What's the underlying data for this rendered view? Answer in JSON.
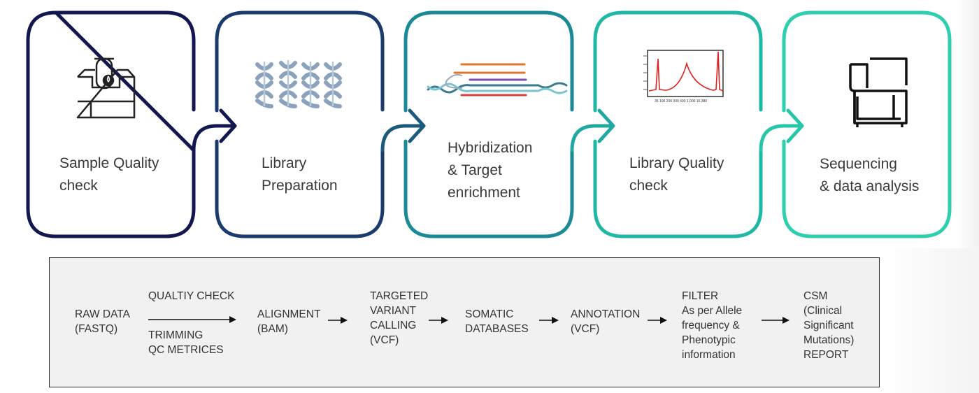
{
  "steps": [
    {
      "label": "Sample Quality\ncheck",
      "color": "#13174f",
      "icon": "sample-tray-icon"
    },
    {
      "label": "Library\nPreparation",
      "color": "#1b3a6e",
      "icon": "dna-library-icon"
    },
    {
      "label": "Hybridization\n& Target\nenrichment",
      "color": "#1a8a96",
      "icon": "hybridization-icon"
    },
    {
      "label": "Library Quality\ncheck",
      "color": "#1fb7a5",
      "icon": "electropherogram-icon"
    },
    {
      "label": "Sequencing\n& data analysis",
      "color": "#2dcfae",
      "icon": "sequencer-icon"
    }
  ],
  "pipeline": {
    "raw_data": "RAW DATA\n(FASTQ)",
    "quality_check": "QUALTIY CHECK",
    "trimming": "TRIMMING\nQC METRICES",
    "alignment": "ALIGNMENT\n(BAM)",
    "variant_calling": "TARGETED\nVARIANT\nCALLING\n(VCF)",
    "somatic_db": "SOMATIC\nDATABASES",
    "annotation": "ANNOTATION\n(VCF)",
    "filter": "FILTER\nAs per Allele\nfrequency &\nPhenotypic\ninformation",
    "csm": "CSM\n(Clinical\nSignificant\nMutations)\nREPORT"
  }
}
